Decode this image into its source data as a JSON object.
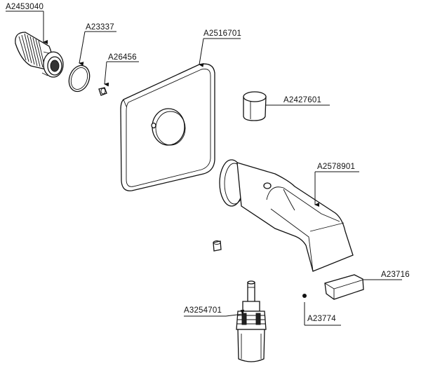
{
  "labels": {
    "threaded_adapter": "A2453040",
    "o_ring": "A23337",
    "small_nut": "A26456",
    "cover_plate": "A2516701",
    "handle_knob": "A2427601",
    "spout": "A2578901",
    "aerator": "A23716",
    "set_screw": "A23774",
    "cartridge": "A3254701"
  }
}
